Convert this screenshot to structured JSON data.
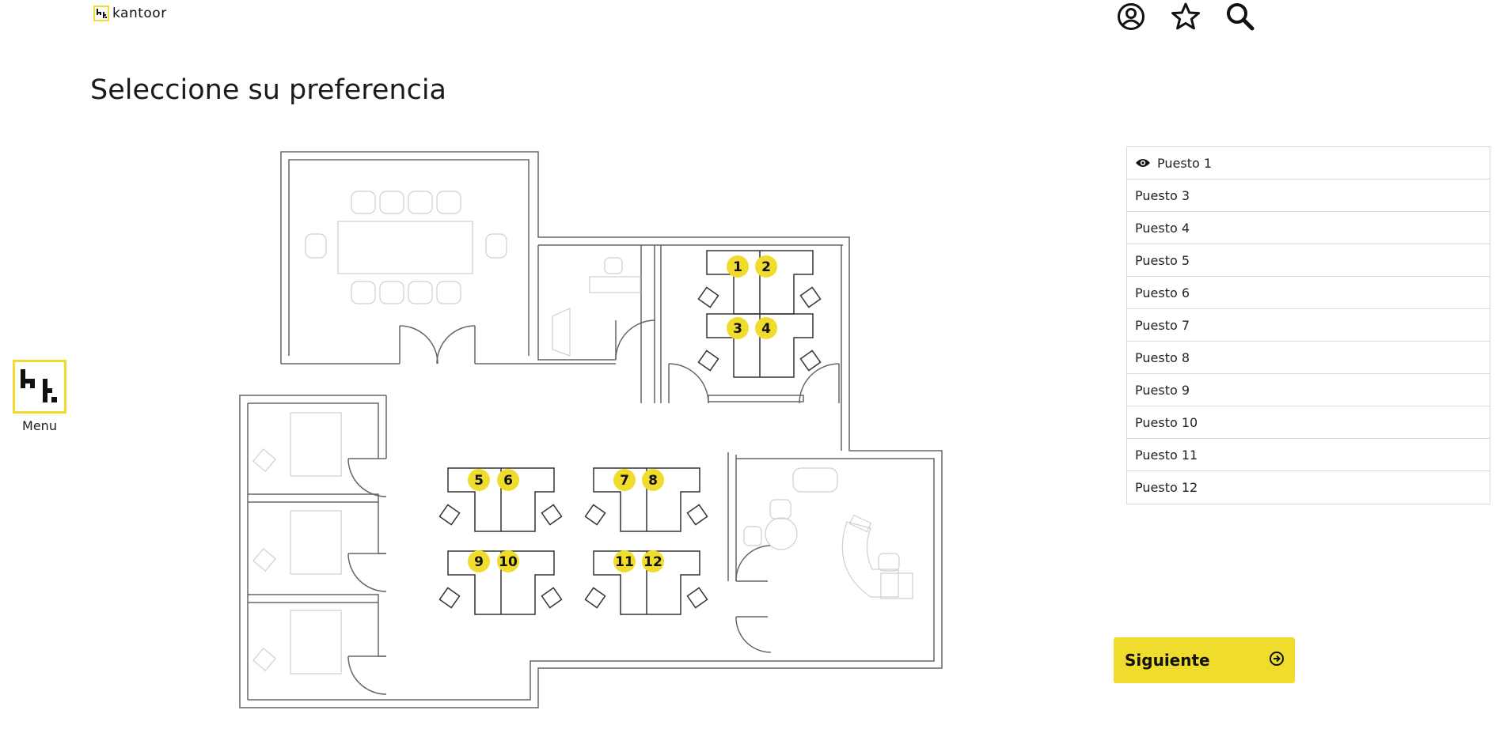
{
  "header": {
    "logo_text": "kantoor",
    "icons": [
      "user-circle-icon",
      "star-icon",
      "search-icon"
    ]
  },
  "page": {
    "title": "Seleccione su preferencia"
  },
  "side_menu": {
    "label": "Menu"
  },
  "floorplan": {
    "seats": [
      {
        "number": "1"
      },
      {
        "number": "2"
      },
      {
        "number": "3"
      },
      {
        "number": "4"
      },
      {
        "number": "5"
      },
      {
        "number": "6"
      },
      {
        "number": "7"
      },
      {
        "number": "8"
      },
      {
        "number": "9"
      },
      {
        "number": "10"
      },
      {
        "number": "11"
      },
      {
        "number": "12"
      }
    ]
  },
  "seat_list": {
    "items": [
      {
        "label": "Puesto 1",
        "selected": true
      },
      {
        "label": "Puesto 3"
      },
      {
        "label": "Puesto 4"
      },
      {
        "label": "Puesto 5"
      },
      {
        "label": "Puesto 6"
      },
      {
        "label": "Puesto 7"
      },
      {
        "label": "Puesto 8"
      },
      {
        "label": "Puesto 9"
      },
      {
        "label": "Puesto 10"
      },
      {
        "label": "Puesto 11"
      },
      {
        "label": "Puesto 12"
      }
    ]
  },
  "actions": {
    "next_label": "Siguiente"
  },
  "colors": {
    "accent": "#f0dc2c",
    "text": "#1a1a1a",
    "wall": "#555555",
    "furniture_light": "#cfcfcf"
  }
}
